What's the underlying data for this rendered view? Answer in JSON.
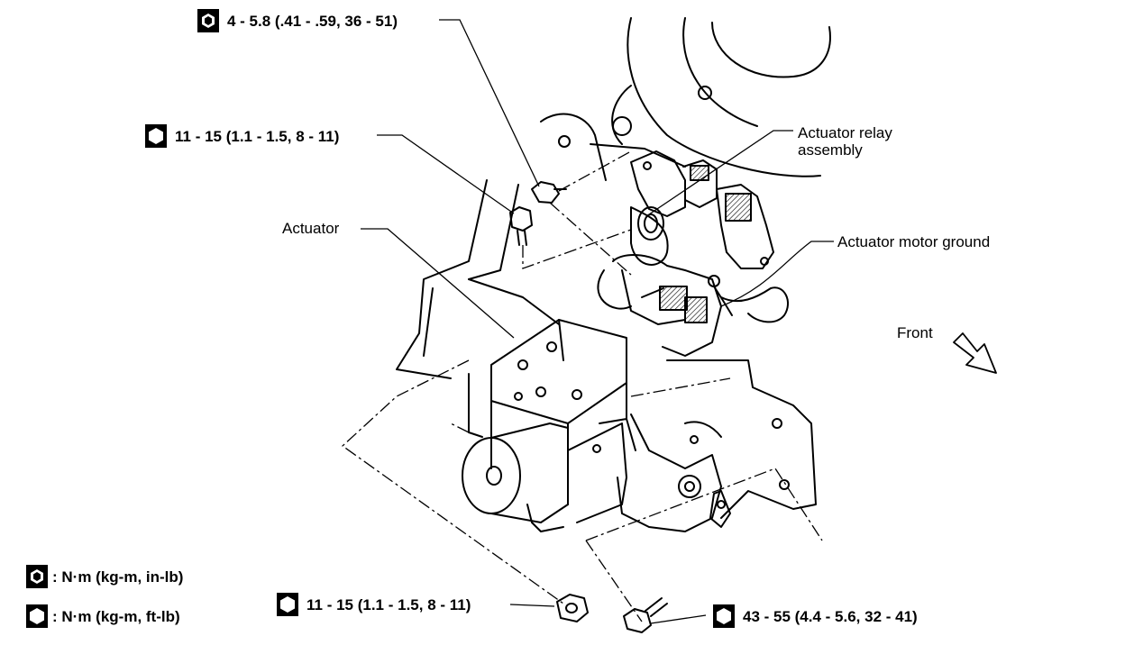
{
  "callouts": {
    "top_bolt": "4 - 5.8 (.41 - .59, 36 - 51)",
    "upper_bolt": "11 - 15 (1.1 - 1.5, 8 - 11)",
    "actuator": "Actuator",
    "relay_line1": "Actuator relay",
    "relay_line2": "assembly",
    "motor_ground": "Actuator motor ground",
    "front": "Front",
    "bottom_nut": "11 - 15 (1.1 - 1.5, 8 - 11)",
    "bottom_bolt": "43 - 55 (4.4 - 5.6, 32 - 41)"
  },
  "legend": {
    "in_lb": ": N·m (kg-m, in-lb)",
    "ft_lb": ": N·m (kg-m, ft-lb)"
  }
}
